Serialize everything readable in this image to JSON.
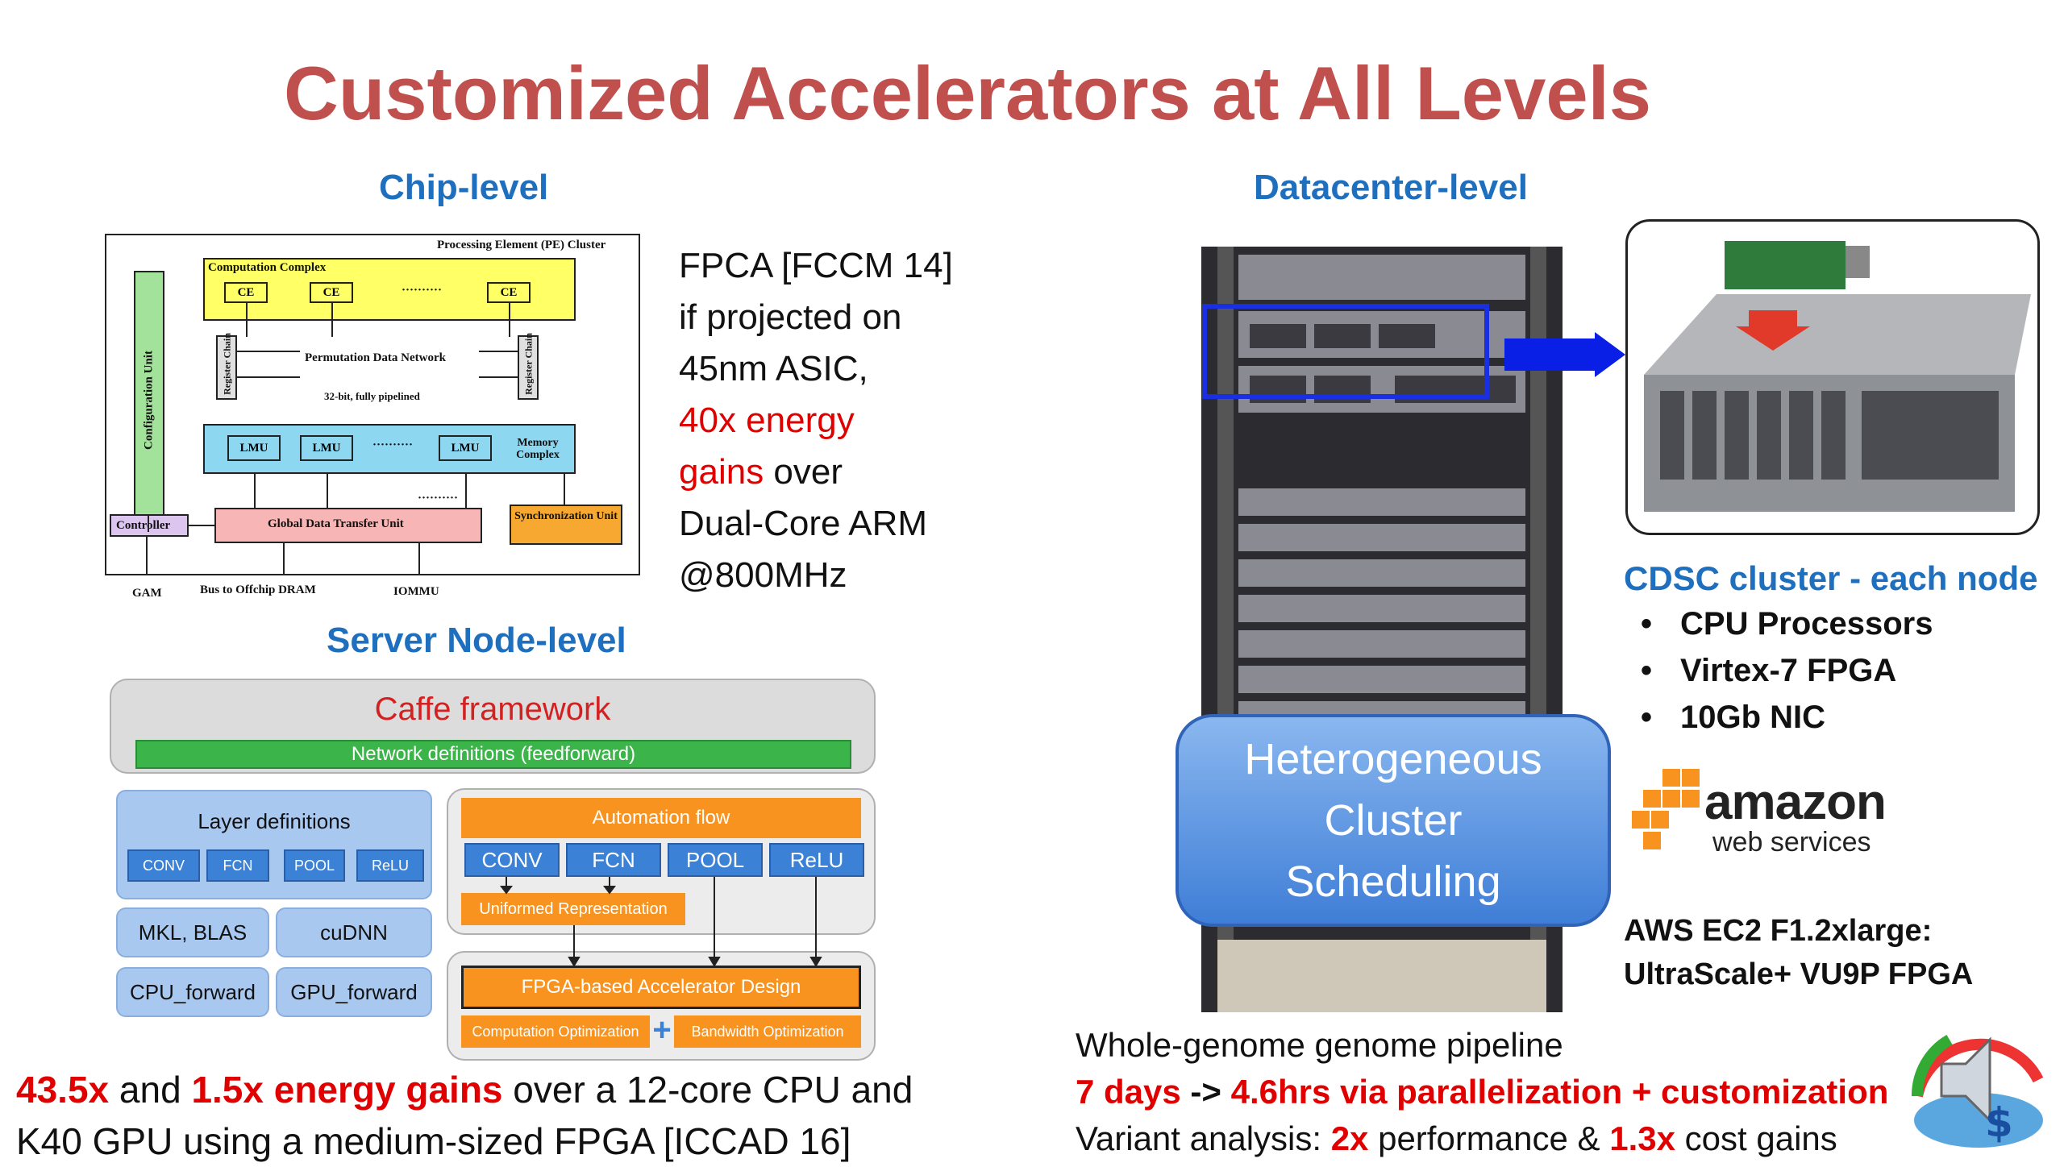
{
  "title": "Customized Accelerators at All Levels",
  "chip": {
    "heading": "Chip-level",
    "diagram": {
      "pe_cluster": "Processing Element (PE) Cluster",
      "computation_complex": "Computation Complex",
      "ce": "CE",
      "dots": "··········",
      "register_chain": "Register Chain",
      "permutation": "Permutation Data Network",
      "pipelined": "32-bit, fully pipelined",
      "config_unit": "Configuration Unit",
      "lmu": "LMU",
      "memory_complex": "Memory Complex",
      "controller": "Controller",
      "global_transfer": "Global Data Transfer Unit",
      "sync_unit": "Synchronization Unit",
      "gam": "GAM",
      "bus": "Bus to Offchip DRAM",
      "iommu": "IOMMU"
    },
    "text": {
      "l1": "FPCA [FCCM 14]",
      "l2": "if projected on",
      "l3": "45nm ASIC,",
      "l4": "40x energy",
      "l5a": "gains",
      "l5b": " over",
      "l6": "Dual-Core ARM",
      "l7": "@800MHz"
    }
  },
  "server": {
    "heading": "Server Node-level",
    "caffe": "Caffe framework",
    "netdef": "Network definitions (feedforward)",
    "layerdef": "Layer definitions",
    "layers_small": [
      "CONV",
      "FCN",
      "POOL",
      "ReLU"
    ],
    "mkl": "MKL, BLAS",
    "cudnn": "cuDNN",
    "cpu_fwd": "CPU_forward",
    "gpu_fwd": "GPU_forward",
    "automation": "Automation flow",
    "layers_big": [
      "CONV",
      "FCN",
      "POOL",
      "ReLU"
    ],
    "uniformed": "Uniformed Representation",
    "fpga_design": "FPGA-based Accelerator Design",
    "comp_opt": "Computation Optimization",
    "bw_opt": "Bandwidth Optimization",
    "plus": "+"
  },
  "bottom_left": {
    "a": "43.5x",
    "b": " and ",
    "c": "1.5x energy gains",
    "d": " over a 12-core CPU and",
    "e": "K40 GPU using a medium-sized FPGA [ICCAD 16]"
  },
  "datacenter": {
    "heading": "Datacenter-level",
    "bubble": [
      "Heterogeneous",
      "Cluster",
      "Scheduling"
    ],
    "cdsc": "CDSC cluster - each node",
    "bullets": [
      "CPU Processors",
      "Virtex-7 FPGA",
      "10Gb NIC"
    ],
    "bullet_char": "•",
    "amazon": "amazon",
    "webservices": "web services",
    "aws1": "AWS EC2 F1.2xlarge:",
    "aws2": "UltraScale+ VU9P FPGA",
    "g1": "Whole-genome genome pipeline",
    "g2a": "7 days",
    "g2b": " -> ",
    "g2c": "4.6hrs via parallelization + customization",
    "g3a": "Variant analysis: ",
    "g3b": "2x",
    "g3c": " performance & ",
    "g3d": "1.3x",
    "g3e": " cost gains"
  },
  "colors": {
    "title": "#c0504d",
    "heading": "#1f6fbf",
    "highlight": "#e00000",
    "bubble": "#4a86d8"
  }
}
